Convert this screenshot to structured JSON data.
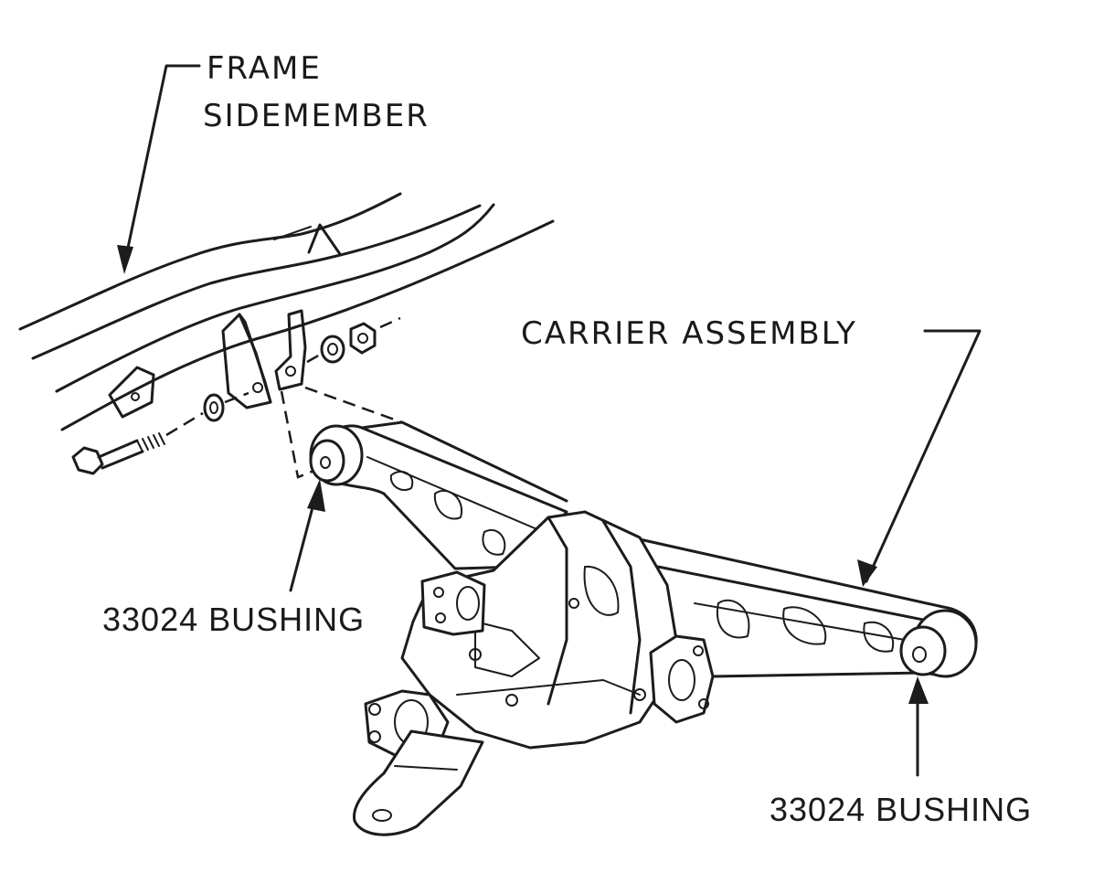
{
  "labels": {
    "frame_sidemember_line1": "FRAME",
    "frame_sidemember_line2": "SIDEMEMBER",
    "carrier_assembly": "CARRIER ASSEMBLY",
    "bushing_left": "33024 BUSHING",
    "bushing_right": "33024 BUSHING"
  },
  "colors": {
    "ink": "#1c1c1c",
    "background": "#ffffff"
  }
}
